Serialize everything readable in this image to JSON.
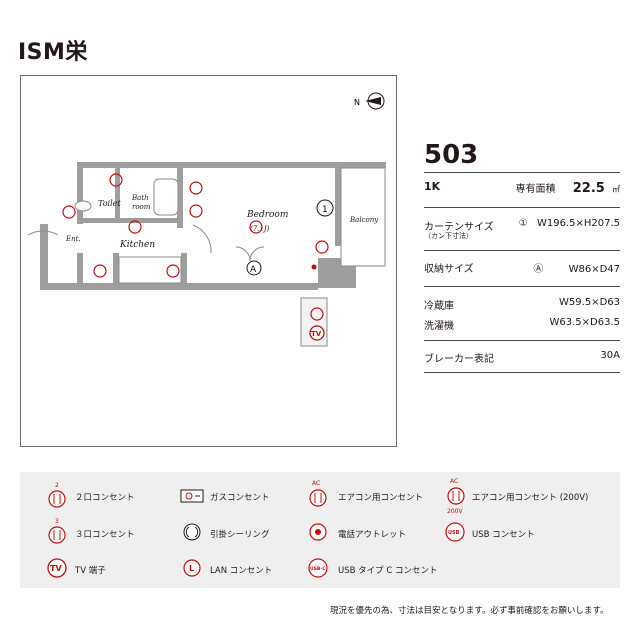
{
  "header": {
    "title": "ISM栄"
  },
  "plan": {
    "labels": {
      "toilet": "Toilet",
      "bath1": "Bath",
      "bath2": "room",
      "bedroom1": "Bedroom",
      "bedroom2": "(7.1J)",
      "kitchen": "Kitchen",
      "ent": "Ent.",
      "balcony": "Balcony",
      "curtain_mark": "1",
      "storage_mark": "A",
      "north": "N",
      "outlet_2": "2",
      "outlet_3": "3",
      "ac": "AC",
      "tv": "TV"
    }
  },
  "info": {
    "unit_number": "503",
    "layout": "1K",
    "area_label": "専有面積",
    "area_value": "22.5",
    "area_unit": "㎡",
    "curtain_label": "カーテンサイズ",
    "curtain_sub": "（カン下寸法）",
    "curtain_mark": "①",
    "curtain_value": "W196.5×H207.5",
    "storage_label": "収納サイズ",
    "storage_mark": "Ⓐ",
    "storage_value": "W86×D47",
    "fridge_label": "冷蔵庫",
    "fridge_value": "W59.5×D63",
    "washer_label": "洗濯機",
    "washer_value": "W63.5×D63.5",
    "breaker_label": "ブレーカー表記",
    "breaker_value": "30A"
  },
  "legend": {
    "outlet2": "２口コンセント",
    "gas": "ガスコンセント",
    "ac": "エアコン用コンセント",
    "ac200": "エアコン用コンセント (200V)",
    "outlet3": "３口コンセント",
    "ceiling": "引掛シーリング",
    "phone": "電話アウトレット",
    "usb": "USB コンセント",
    "tv": "TV 端子",
    "lan": "LAN コンセント",
    "usbc": "USB タイプ C コンセント",
    "icon_2": "2",
    "icon_3": "3",
    "icon_ac": "AC",
    "icon_200v": "200V",
    "icon_tv": "TV",
    "icon_l": "L",
    "icon_usb": "USB",
    "icon_usbc": "USB-C"
  },
  "footer": {
    "note": "現況を優先の為、寸法は目安となります。必ず事前確認をお願いします。"
  },
  "colors": {
    "accent": "#c00d0d",
    "wall": "#9e9e9e",
    "legend_bg": "#efefef"
  }
}
